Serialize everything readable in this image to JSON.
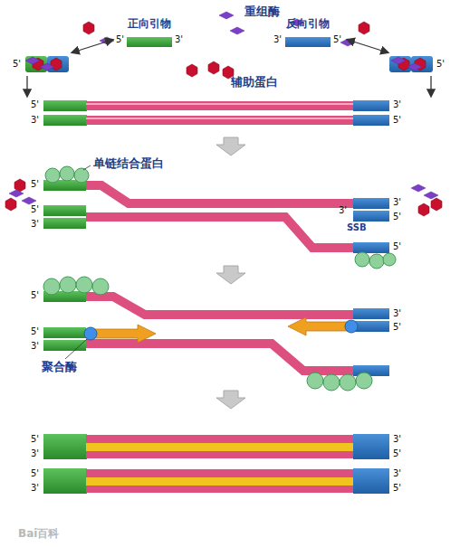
{
  "diagram": {
    "nodes": [
      {
        "text": [
          "正向引物"
        ]
      },
      {
        "text": [
          "反向引物"
        ]
      }
    ],
    "labels": [
      "重组酶",
      "辅助蛋白",
      "单链结合蛋白",
      "SSB",
      "聚合酶",
      "5'",
      "3'",
      "3'",
      "5'",
      "5'",
      "5'",
      "5'",
      "3'",
      "3'",
      "5'",
      "5'",
      "5'",
      "3'",
      "3'",
      "5'",
      "3'",
      "5'",
      "5'",
      "5'",
      "3'",
      "3'",
      "5'",
      "5'",
      "3'",
      "3'",
      "5'",
      "5'",
      "3'",
      "3'",
      "5'",
      "Bai百科"
    ]
  }
}
